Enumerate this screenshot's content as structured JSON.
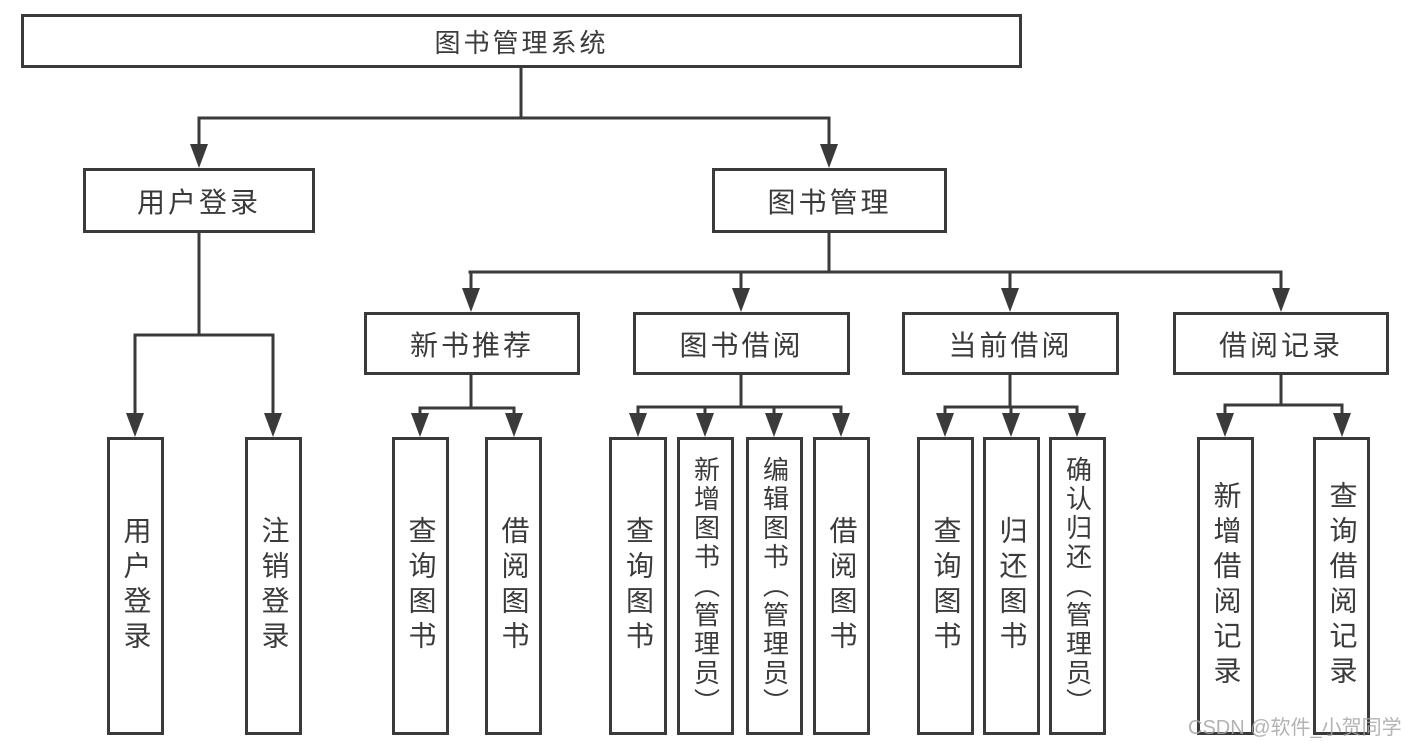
{
  "root": {
    "label": "图书管理系统"
  },
  "level2": [
    {
      "label": "用户登录"
    },
    {
      "label": "图书管理"
    }
  ],
  "level3": [
    {
      "label": "新书推荐"
    },
    {
      "label": "图书借阅"
    },
    {
      "label": "当前借阅"
    },
    {
      "label": "借阅记录"
    }
  ],
  "leaves": [
    {
      "label": "用户登录"
    },
    {
      "label": "注销登录"
    },
    {
      "label": "查询图书"
    },
    {
      "label": "借阅图书"
    },
    {
      "label": "查询图书"
    },
    {
      "label": "新增图书（管理员）"
    },
    {
      "label": "编辑图书（管理员）"
    },
    {
      "label": "借阅图书"
    },
    {
      "label": "查询图书"
    },
    {
      "label": "归还图书"
    },
    {
      "label": "确认归还（管理员）"
    },
    {
      "label": "新增借阅记录"
    },
    {
      "label": "查询借阅记录"
    }
  ],
  "watermark": {
    "text": "CSDN @软件_小贺同学"
  },
  "colors": {
    "line": "#3a3a3a",
    "text": "#3b3b3b",
    "watermark": "#a6a6a6",
    "background": "#ffffff"
  }
}
